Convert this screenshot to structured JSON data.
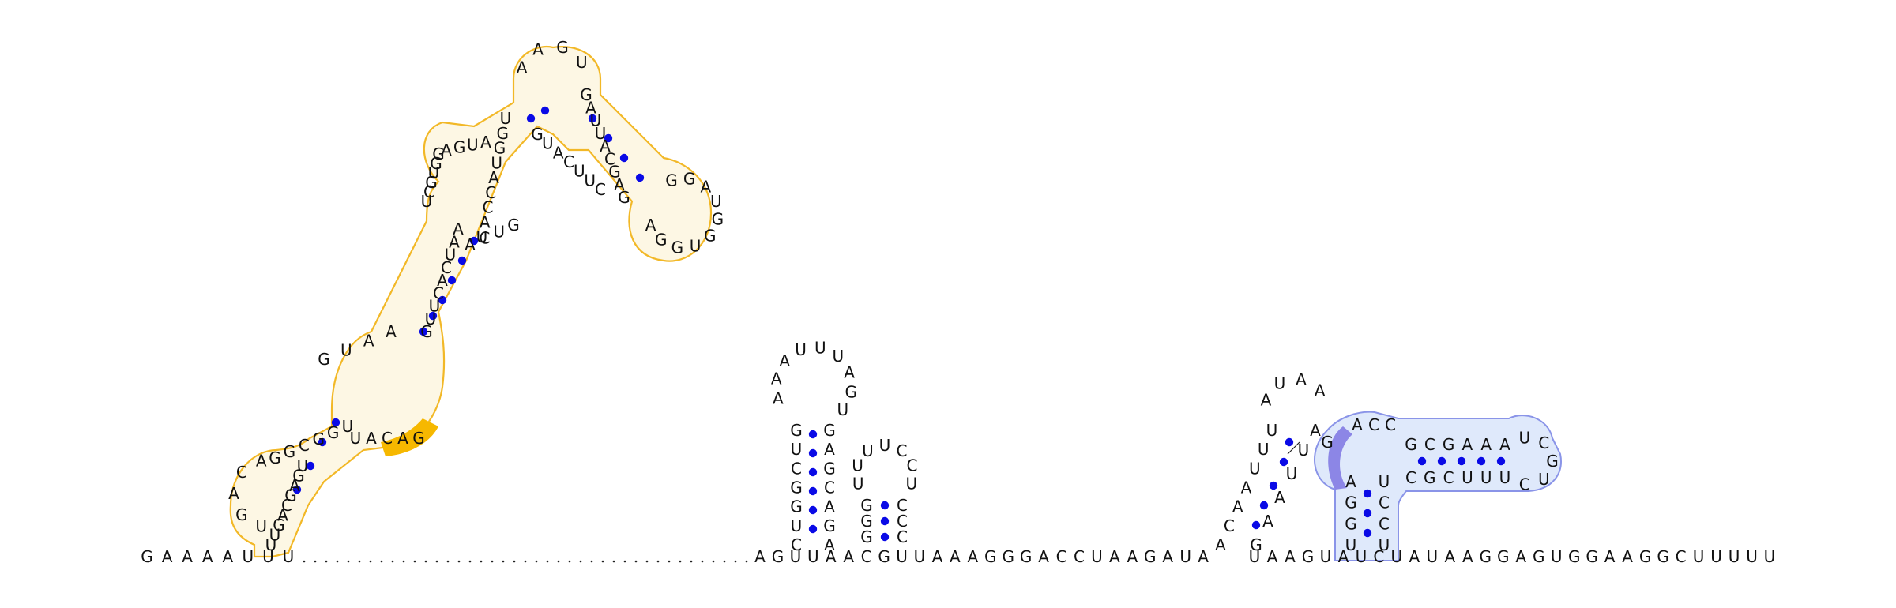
{
  "diagram": {
    "type": "rna-secondary-structure",
    "colors": {
      "ink": "#111111",
      "pair": "#0a0ae6",
      "gap": "#222222",
      "orange_outline": "#f2b51c",
      "orange_fill": "#fdf7e3",
      "orange_highlight": "#f6b800",
      "blue_outline": "#8a94e8",
      "blue_fill": "#dfe9fb",
      "blue_highlight": "#8c86e6"
    },
    "baseline": {
      "left": "G A A A A U U U",
      "after_junction": "A",
      "middle": "A G U U A A C G U U A A A G G G A C C U A A G A U A",
      "right": "U A A G U A U C U A U A A G G A G U G G A A G G C U U U U U"
    },
    "left_domain": {
      "stem1": "U U G A C G A G U",
      "loop_h1": "U G A C A",
      "stem1b": "G G C G G U",
      "internal_top": "G U A A",
      "internal_bottom": "U A C A G",
      "highlight_bases": "C A G",
      "upper_stem": "G U U C A C U A A",
      "big_loop_left": "U C G U G G",
      "big_loop_top": "A G U A",
      "acuu": "A C U G",
      "junction_stem": "U A C C A U G G U",
      "apex_loop": "A A G U",
      "right_arm": "G A U U A C G A G",
      "right_arm_pair": "G U A C U U C",
      "right_hairpin": "G G A U G G U G G A"
    },
    "middle_hairpins": {
      "tall_stem_left": "G U C G G U C",
      "tall_stem_right": "G A G C A G A",
      "tall_loop": "A A A U U U A G U",
      "short_stem_left": "G G G",
      "short_stem_right": "C C C",
      "short_loop": "U U U U C C U"
    },
    "right_domain": {
      "left_hairpin_5p": "A C A A U U U",
      "left_hairpin_loop": "A U A A",
      "left_hairpin_3p": "U U A A G",
      "left_hairpin_top": "A G",
      "blue_stem_5p": "A G G U",
      "blue_stem_3p": "U C C U",
      "blue_loop_top": "A C C",
      "blue_arm_top": "G C G A A A",
      "blue_arm_bottom": "C G C U U U",
      "blue_cap": "U C G U C"
    }
  }
}
